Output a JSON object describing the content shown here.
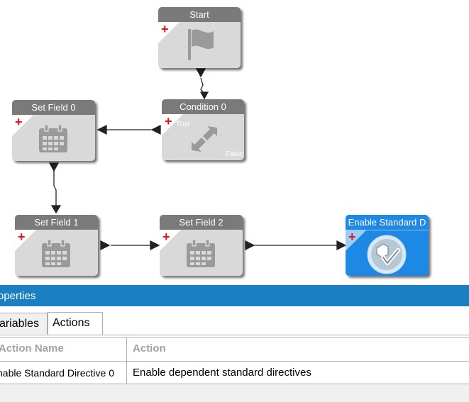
{
  "workflow": {
    "nodes": {
      "start": {
        "label": "Start"
      },
      "condition0": {
        "label": "Condition 0",
        "true_label": "True",
        "false_label": "False"
      },
      "set_field_0": {
        "label": "Set Field 0"
      },
      "set_field_1": {
        "label": "Set Field 1"
      },
      "set_field_2": {
        "label": "Set Field 2"
      },
      "enable_std": {
        "label": "Enable Standard D"
      }
    },
    "colors": {
      "node_header": "#7a7a7a",
      "node_body": "#d9d9d9",
      "selected": "#1e88e5",
      "add_icon": "#e8101a"
    }
  },
  "properties": {
    "title": "roperties",
    "tabs": [
      {
        "label": "ariables"
      },
      {
        "label": "Actions"
      }
    ],
    "active_tab": "Actions",
    "columns": [
      "Action Name",
      "Action"
    ],
    "rows": [
      {
        "name": "nable Standard Directive 0",
        "action": "Enable dependent standard directives"
      }
    ],
    "header_color": "#1a80c2"
  }
}
